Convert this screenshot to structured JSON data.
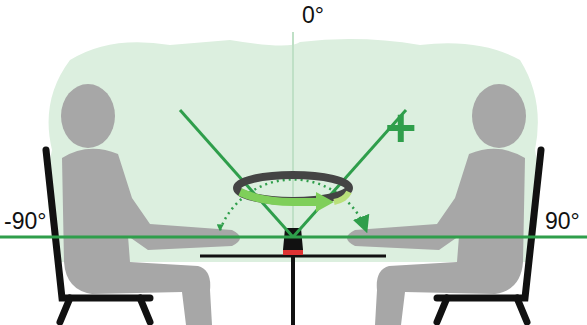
{
  "diagram": {
    "labels": [
      "0°",
      "-90°",
      "90°",
      "+"
    ]
  }
}
